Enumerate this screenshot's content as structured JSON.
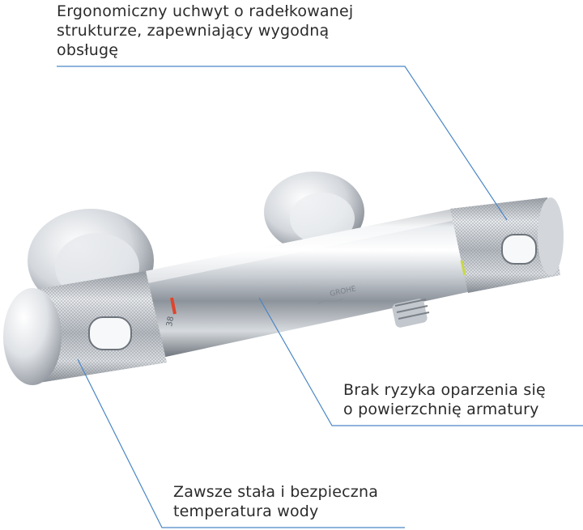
{
  "product": {
    "brand_logo": "GROHE",
    "dial_scale_label": "38"
  },
  "callouts": [
    {
      "id": "ergonomic-handle",
      "lines": [
        "Ergonomiczny uchwyt o radełkowanej",
        "strukturze,  zapewniający wygodną",
        "obsługę"
      ]
    },
    {
      "id": "no-burn-risk",
      "lines": [
        "Brak ryzyka oparzenia się",
        "o powierzchnię armatury"
      ]
    },
    {
      "id": "constant-temperature",
      "lines": [
        "Zawsze stała i bezpieczna",
        "temperatura wody"
      ]
    }
  ],
  "colors": {
    "callout_line": "#4a86c5",
    "text": "#2b2b2b",
    "chrome_dark": "#8a9099",
    "chrome_light": "#f4f6f8",
    "safety_stop": "#e0442c",
    "indicator_green": "#c8d84a"
  }
}
